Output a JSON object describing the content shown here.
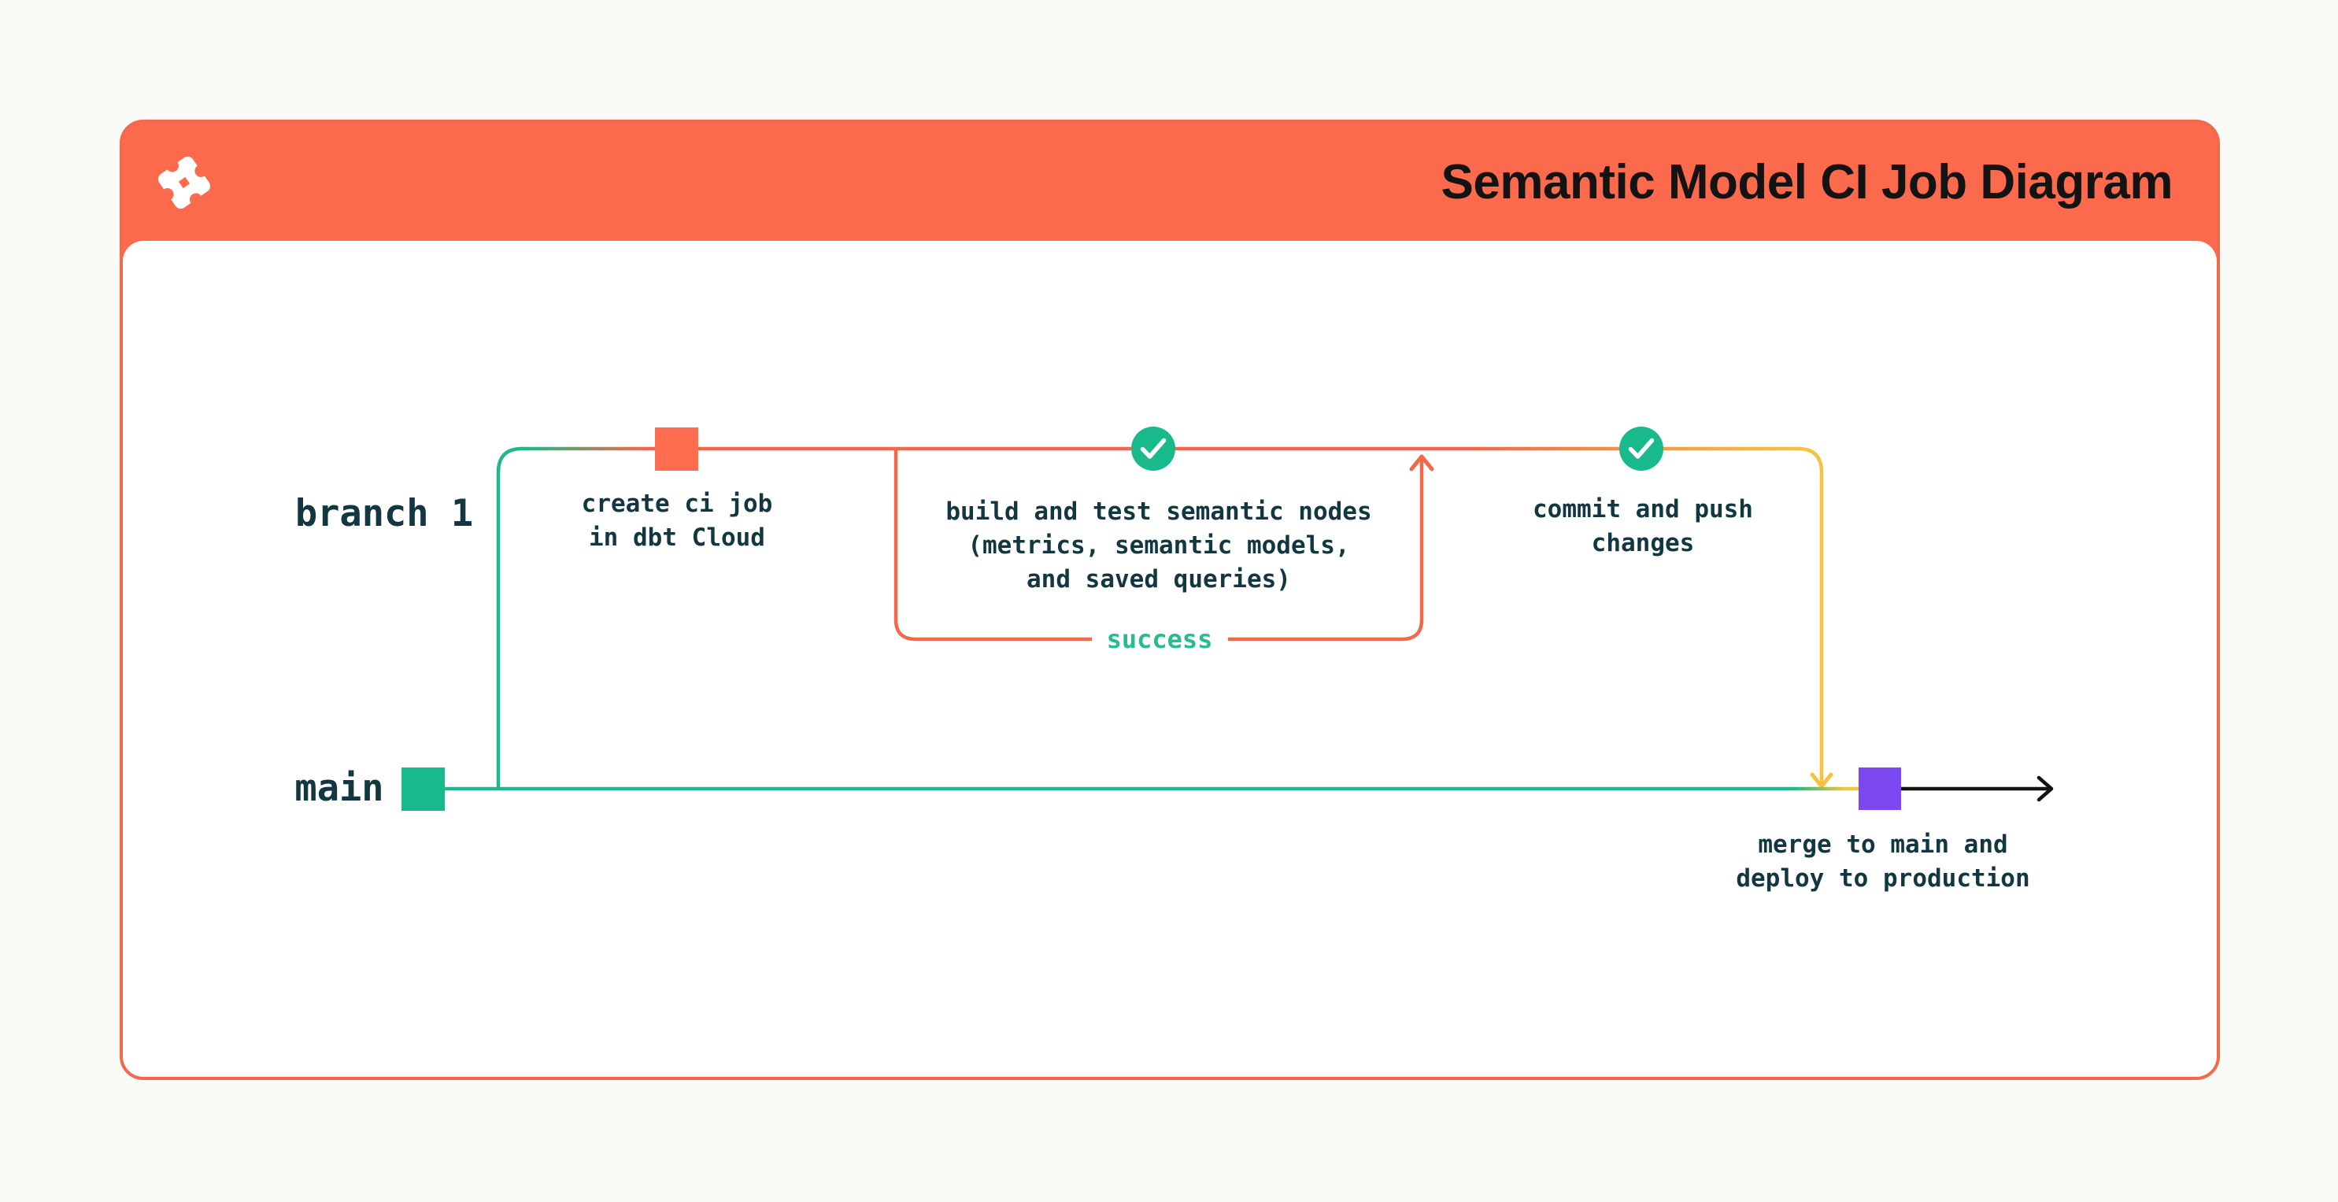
{
  "header": {
    "title": "Semantic Model CI Job Diagram",
    "logo_icon": "dbt-logo",
    "bg_color": "#FB6A4D"
  },
  "lanes": {
    "branch_label": "branch 1",
    "main_label": "main"
  },
  "nodes": {
    "create_ci_job": {
      "label": "create ci job\nin dbt Cloud",
      "marker": "orange-square",
      "marker_color": "#FF6C4F"
    },
    "build_and_test": {
      "label": "build and test semantic nodes\n(metrics, semantic models,\nand saved queries)",
      "marker": "green-check-circle",
      "marker_color": "#18B98B"
    },
    "commit_and_push": {
      "label": "commit and push\nchanges",
      "marker": "green-check-circle",
      "marker_color": "#18B98B"
    },
    "merge_to_main": {
      "label": "merge to main and\ndeploy to production",
      "marker": "purple-square",
      "marker_color": "#7B48F1"
    }
  },
  "edges": {
    "success_label": "success"
  },
  "colors": {
    "header_orange": "#FB6A4D",
    "line_coral": "#F4684A",
    "line_green": "#1DB98C",
    "line_yellow": "#F5C33C",
    "line_black": "#131313",
    "node_green": "#18B98B",
    "node_purple": "#7B48F1",
    "text_ink": "#123740",
    "title_black": "#131313",
    "page_bg": "#FAFAF7"
  }
}
